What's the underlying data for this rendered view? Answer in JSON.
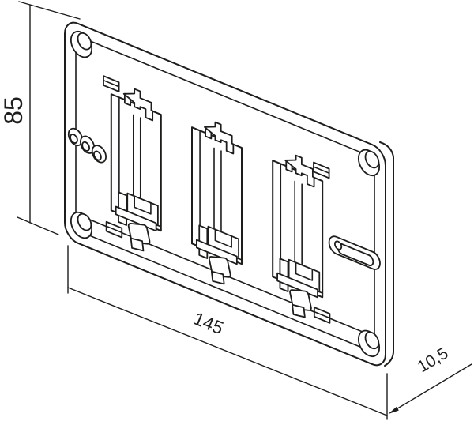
{
  "canvas": {
    "background": "#ffffff",
    "line_color": "#1d1d1b"
  },
  "dimensions": {
    "height_mm": "85",
    "width_mm": "145",
    "depth_mm": "10,5"
  }
}
